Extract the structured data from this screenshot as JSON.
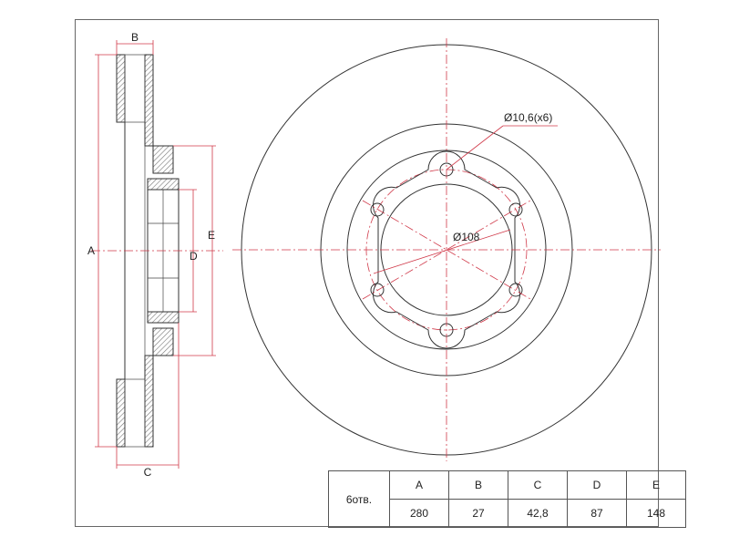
{
  "drawing": {
    "dimension_letters": {
      "A": "A",
      "B": "B",
      "C": "C",
      "D": "D",
      "E": "E"
    },
    "callouts": {
      "bolt_hole": "Ø10,6(x6)",
      "pcd": "Ø108"
    }
  },
  "spec_table": {
    "holes_label": "6отв.",
    "headers": [
      "A",
      "B",
      "C",
      "D",
      "E"
    ],
    "values": [
      "280",
      "27",
      "42,8",
      "87",
      "148"
    ]
  },
  "colors": {
    "center_line": "#d03a4a",
    "outline": "#333333"
  }
}
